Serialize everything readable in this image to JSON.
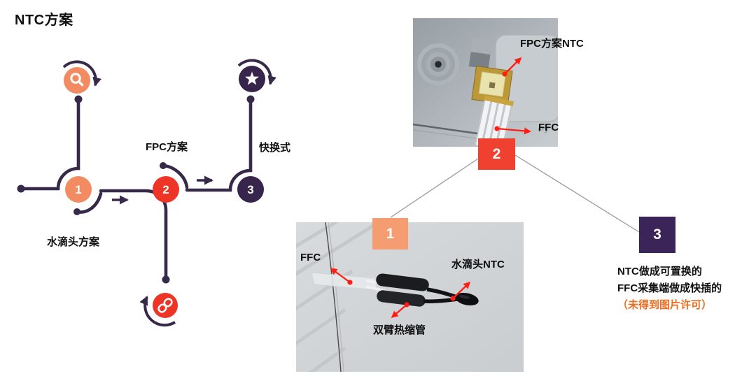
{
  "title": "NTC方案",
  "flow": {
    "step1": {
      "num": "1",
      "label": "水滴头方案"
    },
    "step2": {
      "num": "2",
      "label": "FPC方案"
    },
    "step3": {
      "num": "3",
      "label": "快换式"
    }
  },
  "badges": {
    "b1": "1",
    "b2": "2",
    "b3": "3"
  },
  "photo_top": {
    "label_ntc": "FPC方案NTC",
    "label_ffc": "FFC"
  },
  "photo_bottom": {
    "label_ffc": "FFC",
    "label_ntc": "水滴头NTC",
    "label_tube": "双臂热缩管"
  },
  "note": {
    "line1": "NTC做成可置换的",
    "line2": "FFC采集端做成快插的",
    "line3": "（未得到图片许可）"
  },
  "colors": {
    "orange": "#F28B61",
    "orange_light": "#F59D70",
    "red": "#ED3426",
    "red_square": "#F0402F",
    "dark_purple": "#37294A",
    "purple_square": "#3A2458",
    "arrow_red": "#FF1E14",
    "note_orange": "#F26B1D",
    "connector_grey": "#9A9A9A"
  }
}
